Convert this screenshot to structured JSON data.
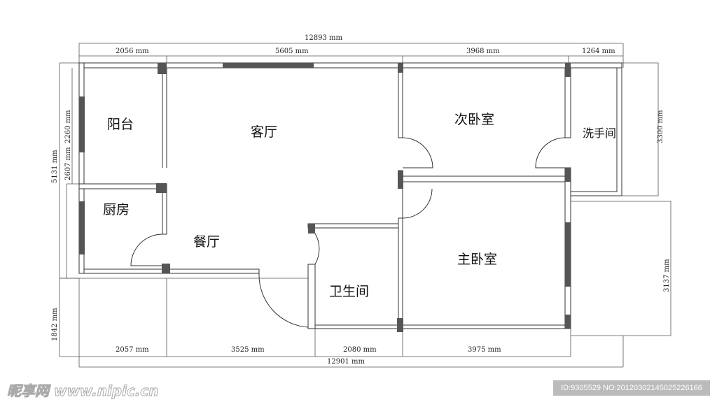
{
  "rooms": {
    "balcony": "阳台",
    "living": "客厅",
    "second_bedroom": "次卧室",
    "washroom": "洗手间",
    "kitchen": "厨房",
    "dining": "餐厅",
    "master_bedroom": "主卧室",
    "bathroom": "卫生间"
  },
  "dimensions": {
    "top_total": "12893 mm",
    "top_segments": [
      "2056 mm",
      "5605 mm",
      "3968 mm",
      "1264 mm"
    ],
    "bottom_segments": [
      "2057 mm",
      "3525 mm",
      "2080 mm",
      "3975 mm"
    ],
    "bottom_total": "12901 mm",
    "left_total": "5131 mm",
    "left_overlap_a": "2260 mm",
    "left_overlap_b": "2607 mm",
    "left_bottom": "1842 mm",
    "right_top": "3300 mm",
    "right_bottom": "3137 mm"
  },
  "watermark": {
    "site": "昵享网 www.nipic.cn",
    "id_text": "ID:9305529 NO:20120302145025226166"
  }
}
